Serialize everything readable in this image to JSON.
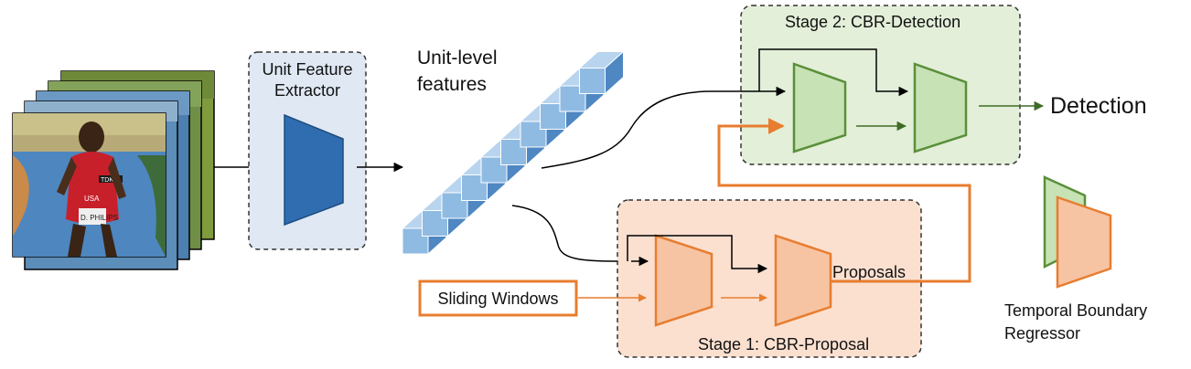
{
  "unit_extractor": {
    "title_line1": "Unit Feature",
    "title_line2": "Extractor"
  },
  "features": {
    "label_line1": "Unit-level",
    "label_line2": "features"
  },
  "sliding_windows": {
    "label": "Sliding Windows"
  },
  "stage1": {
    "title": "Stage 1: CBR-Proposal",
    "output_label": "Proposals"
  },
  "stage2": {
    "title": "Stage 2: CBR-Detection",
    "output_label": "Detection"
  },
  "legend": {
    "label_line1": "Temporal Boundary",
    "label_line2": "Regressor"
  },
  "video_frame": {
    "bib_text": "D. PHILIPS",
    "jersey_text": "USA",
    "banner_text": "TDK"
  },
  "colors": {
    "orange": "#e87d2f",
    "orange_fill": "#f7c4a3",
    "green": "#5a8f3a",
    "green_fill": "#c7e2b4",
    "stage1_bg": "#fbe0d0",
    "stage2_bg": "#e3efd9",
    "extractor_bg": "#dfe8f3",
    "extractor_trap": "#2f6db0",
    "cube_fill": "#8fbbe3",
    "cube_edge": "#4e87c1"
  }
}
